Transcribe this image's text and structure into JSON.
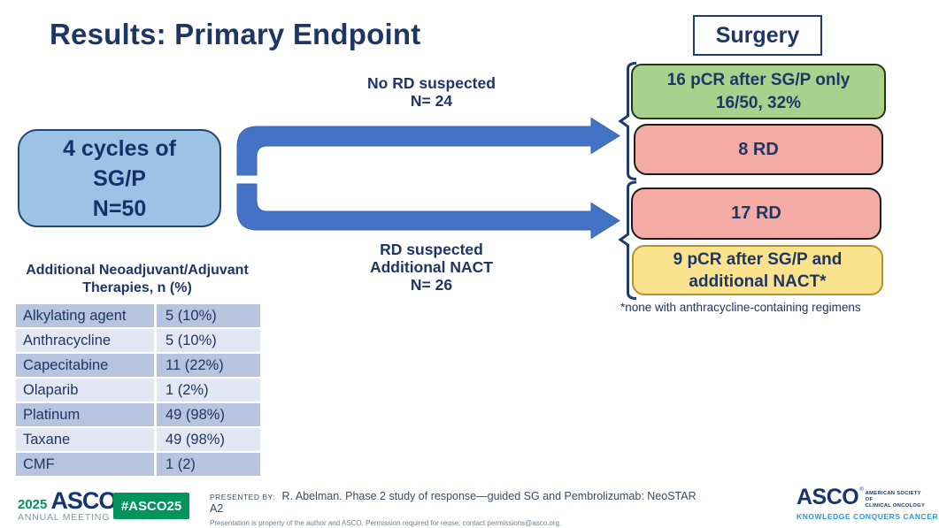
{
  "title": "Results: Primary Endpoint",
  "flow": {
    "source_box": {
      "lines": [
        "4 cycles of",
        "SG/P",
        "N=50"
      ]
    },
    "surgery_label": "Surgery",
    "top_branch": {
      "label_lines": [
        "No RD suspected",
        "N= 24"
      ]
    },
    "bottom_branch": {
      "label_lines": [
        "RD suspected",
        "Additional NACT",
        "N= 26"
      ]
    },
    "outcomes": {
      "green": {
        "lines": [
          "16 pCR after SG/P only",
          "16/50, 32%"
        ],
        "fill": "#a9d18e"
      },
      "pink1": {
        "lines": [
          "8 RD"
        ],
        "fill": "#f3aba3"
      },
      "pink2": {
        "lines": [
          "17 RD"
        ],
        "fill": "#f3aba3"
      },
      "yellow": {
        "lines": [
          "9 pCR after SG/P and",
          "additional NACT*"
        ],
        "fill": "#fbe38d"
      }
    },
    "footnote": "*none with anthracycline-containing regimens"
  },
  "table": {
    "title_lines": [
      "Additional Neoadjuvant/Adjuvant",
      "Therapies, n (%)"
    ],
    "rows": [
      {
        "therapy": "Alkylating agent",
        "value": "5 (10%)"
      },
      {
        "therapy": "Anthracycline",
        "value": "5 (10%)"
      },
      {
        "therapy": "Capecitabine",
        "value": "11 (22%)"
      },
      {
        "therapy": "Olaparib",
        "value": "1 (2%)"
      },
      {
        "therapy": "Platinum",
        "value": "49 (98%)"
      },
      {
        "therapy": "Taxane",
        "value": "49 (98%)"
      },
      {
        "therapy": "CMF",
        "value": "1 (2)"
      }
    ]
  },
  "footer": {
    "meeting_year": "2025",
    "meeting_logo": "ASCO",
    "meeting_mark": "®",
    "meeting_sub": "ANNUAL MEETING",
    "hashtag": "#ASCO25",
    "presented_by_label": "PRESENTED BY:",
    "presented_by": "R. Abelman. Phase 2 study of response—guided SG and Pembrolizumab: NeoSTAR A2",
    "disclaimer": "Presentation is property of the author and ASCO. Permission required for reuse; contact permissions@asco.org.",
    "org_logo": "ASCO",
    "org_mark": "®",
    "org_society_line1": "AMERICAN SOCIETY OF",
    "org_society_line2": "CLINICAL ONCOLOGY",
    "org_tagline": "KNOWLEDGE CONQUERS CANCER"
  },
  "colors": {
    "navy_text": "#1e3666",
    "arrow_blue": "#4472c4",
    "source_box_fill": "#9cc3e5",
    "green_box": "#a9d18e",
    "pink_box": "#f3aba3",
    "yellow_box": "#fbe38d",
    "table_row_dark": "#b7c4e0",
    "table_row_light": "#e2e7f3",
    "asco_green": "#00935c",
    "asco_navy": "#16356c",
    "asco_teal": "#2a9bd5"
  }
}
